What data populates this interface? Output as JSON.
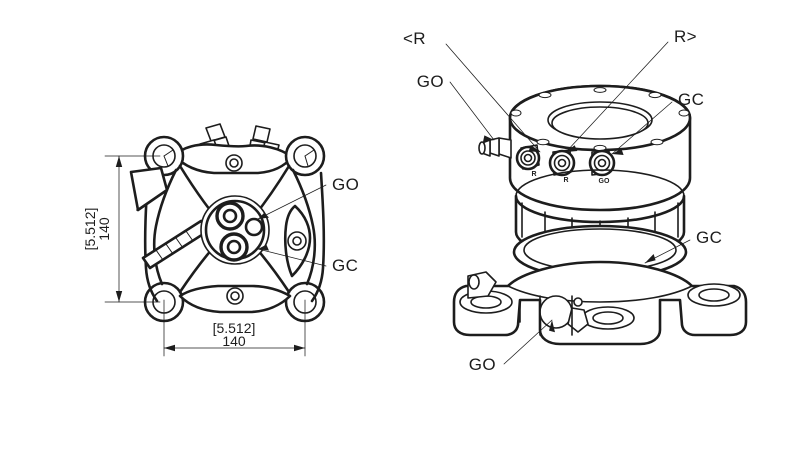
{
  "drawing": {
    "title": "hydraulic rotator port identification drawing",
    "background_color": "#ffffff",
    "line_color": "#1d1d1d"
  },
  "views": {
    "left": {
      "name": "top-view",
      "callouts": [
        {
          "id": "go",
          "label": "GO"
        },
        {
          "id": "gc",
          "label": "GC"
        }
      ],
      "dimensions": {
        "vertical": {
          "bracket": "[5.512]",
          "value": "140"
        },
        "horizontal": {
          "bracket": "[5.512]",
          "value": "140"
        }
      }
    },
    "right": {
      "name": "isometric-view",
      "callouts": [
        {
          "id": "r-left",
          "label": "<R"
        },
        {
          "id": "go-top",
          "label": "GO"
        },
        {
          "id": "r-right",
          "label": "R>"
        },
        {
          "id": "gc-top",
          "label": "GC"
        },
        {
          "id": "gc-mid",
          "label": "GC"
        },
        {
          "id": "go-bottom",
          "label": "GO"
        }
      ],
      "port_marks": [
        {
          "id": "port-mark-1",
          "label": "R"
        },
        {
          "id": "port-mark-2",
          "label": "R"
        },
        {
          "id": "port-mark-3",
          "label": "GO"
        }
      ]
    }
  }
}
